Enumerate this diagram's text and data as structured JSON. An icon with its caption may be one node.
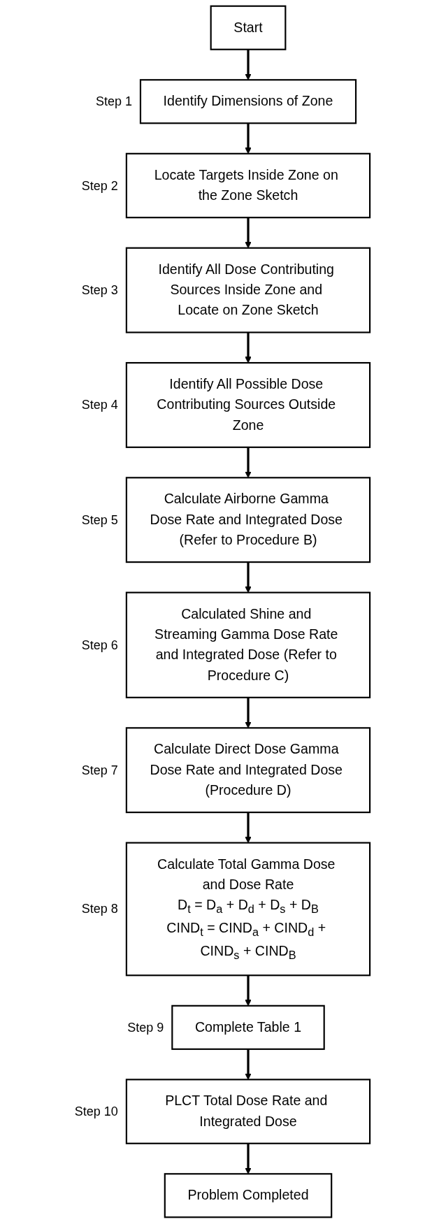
{
  "diagram": {
    "nodes": [
      {
        "text": [
          "Start"
        ]
      },
      {
        "text": [
          "Identify Dimensions of Zone"
        ],
        "beside": [
          "Step 1"
        ]
      },
      {
        "text": [
          "Locate Targets Inside Zone on the Zone Sketch"
        ],
        "beside": [
          "Step 2"
        ]
      },
      {
        "text": [
          "Identify All Dose Contributing Sources Inside Zone and Locate on Zone Sketch"
        ],
        "beside": [
          "Step 3"
        ]
      },
      {
        "text": [
          "Identify All Possible Dose Contributing Sources Outside Zone"
        ],
        "beside": [
          "Step 4"
        ]
      },
      {
        "text": [
          "Calculate Airborne Gamma Dose Rate and Integrated Dose (Refer to Procedure B)"
        ],
        "beside": [
          "Step 5"
        ]
      },
      {
        "text": [
          "Calculated Shine and Streaming Gamma Dose Rate and Integrated Dose (Refer to Procedure C)"
        ],
        "beside": [
          "Step 6"
        ]
      },
      {
        "text": [
          "Calculate Direct Dose Gamma Dose Rate and Integrated Dose (Procedure D)"
        ],
        "beside": [
          "Step 7"
        ]
      },
      {
        "text": [
          "Calculate Total Gamma Dose and Dose Rate",
          "D$_{t}$ = D$_{a}$ + D$_{d}$ + D$_{s}$ + D$_{B}$",
          "CIND$_{t}$ = CIND$_{a}$ + CIND$_{d}$ + CIND$_{s}$ + CIND$_{B}$"
        ],
        "beside": [
          "Step 8"
        ]
      },
      {
        "text": [
          "Complete Table 1"
        ],
        "beside": [
          "Step 9"
        ]
      },
      {
        "text": [
          "PLCT Total Dose Rate and Integrated Dose"
        ],
        "beside": [
          "Step 10"
        ]
      },
      {
        "text": [
          "Problem Completed"
        ]
      }
    ],
    "edges": [
      {
        "from": 0,
        "to": 1,
        "arrow": "to"
      },
      {
        "from": 1,
        "to": 2,
        "arrow": "to"
      },
      {
        "from": 2,
        "to": 3,
        "arrow": "to"
      },
      {
        "from": 3,
        "to": 4,
        "arrow": "to"
      },
      {
        "from": 4,
        "to": 5,
        "arrow": "to"
      },
      {
        "from": 5,
        "to": 6,
        "arrow": "to"
      },
      {
        "from": 6,
        "to": 7,
        "arrow": "to"
      },
      {
        "from": 7,
        "to": 8,
        "arrow": "to"
      },
      {
        "from": 8,
        "to": 9,
        "arrow": "to"
      },
      {
        "from": 9,
        "to": 10,
        "arrow": "to"
      },
      {
        "from": 10,
        "to": 11,
        "arrow": "to"
      }
    ]
  }
}
